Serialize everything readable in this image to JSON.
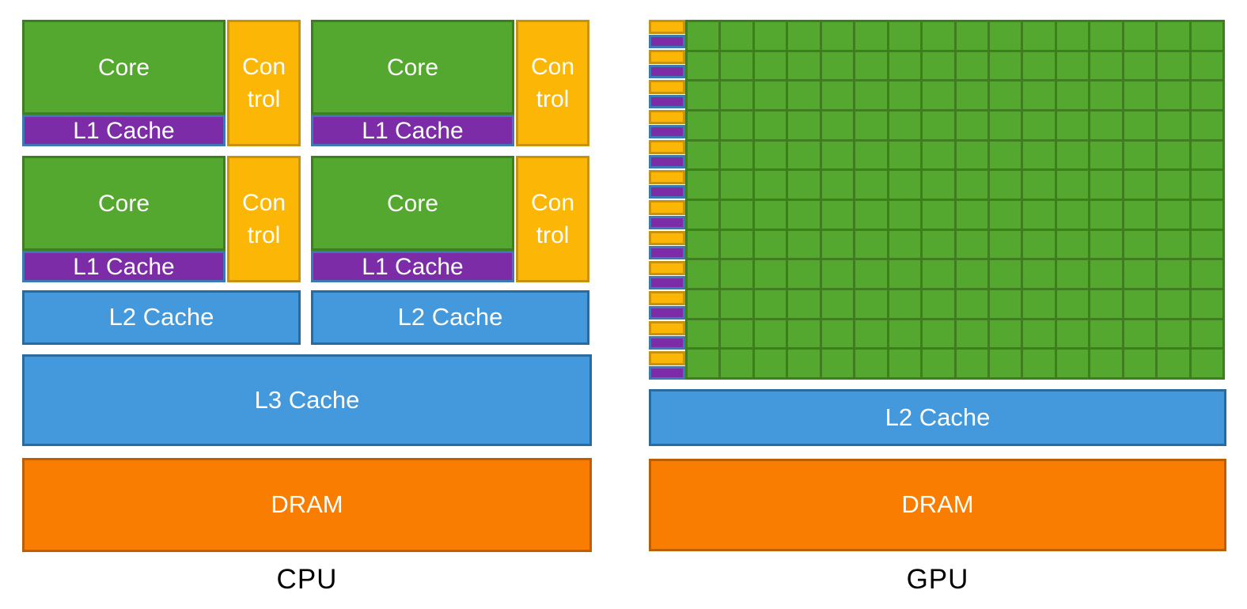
{
  "cpu": {
    "label": "CPU",
    "core_groups": 4,
    "core_label": "Core",
    "control_label_line1": "Con",
    "control_label_line2": "trol",
    "l1_label": "L1 Cache",
    "l2_label": "L2 Cache",
    "l3_label": "L3 Cache",
    "dram_label": "DRAM"
  },
  "gpu": {
    "label": "GPU",
    "grid": {
      "rows": 12,
      "cols": 16
    },
    "l2_label": "L2 Cache",
    "dram_label": "DRAM"
  },
  "colors": {
    "core_green": "#55A82F",
    "core_green_border": "#3F7E20",
    "control_yellow": "#FCB605",
    "control_yellow_border": "#C9920E",
    "l1_purple": "#7B2CA6",
    "l1_purple_border": "#3B78B4",
    "cache_blue": "#4399DB",
    "cache_blue_border": "#2A6B9F",
    "dram_orange": "#F97D00",
    "dram_orange_border": "#BF5E00",
    "label_black": "#000000",
    "block_text_white": "#FFFFFF",
    "background": "#FFFFFF"
  }
}
